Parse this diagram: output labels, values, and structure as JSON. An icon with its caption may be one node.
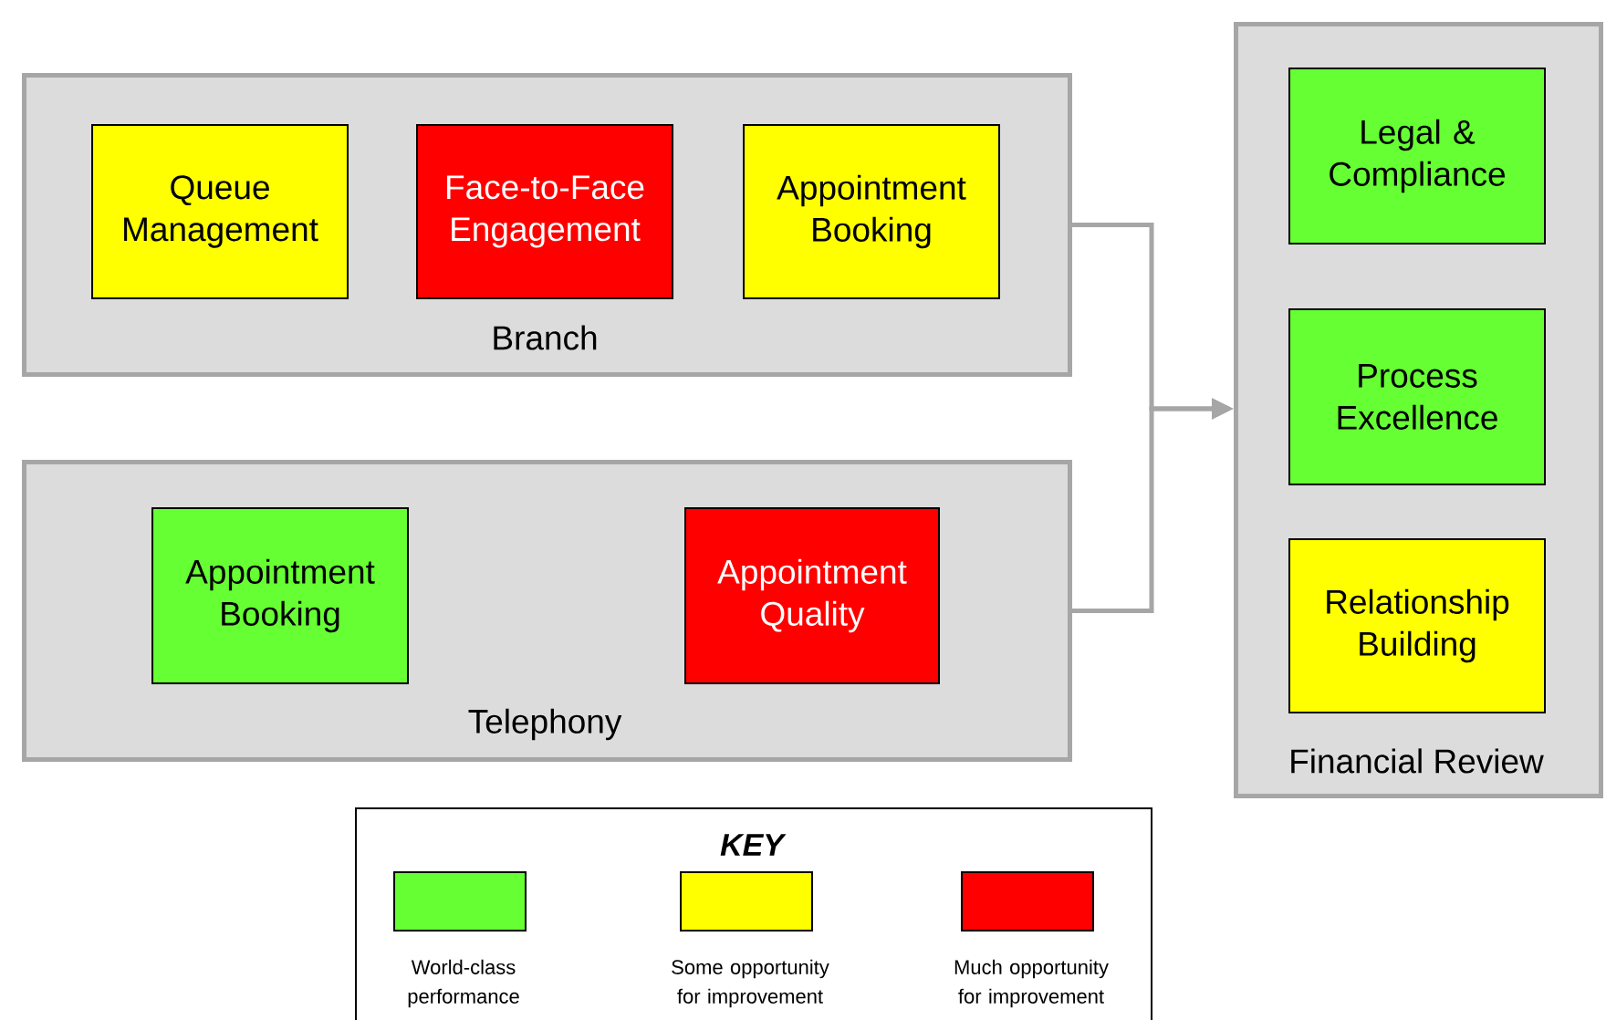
{
  "diagram": {
    "nodes": [
      {
        "text": [
          "Branch"
        ]
      },
      {
        "text": [
          "Queue Management"
        ],
        "in": 0
      },
      {
        "text": [
          "Face-to-Face Engagement"
        ],
        "in": 0
      },
      {
        "text": [
          "Appointment Booking"
        ],
        "in": 0
      },
      {
        "text": [
          "Telephony"
        ]
      },
      {
        "text": [
          "Appointment Booking"
        ],
        "in": 4
      },
      {
        "text": [
          "Appointment Quality"
        ],
        "in": 4
      },
      {
        "text": [
          "Financial Review"
        ]
      },
      {
        "text": [
          "Legal & Compliance"
        ],
        "in": 7
      },
      {
        "text": [
          "Process Excellence"
        ],
        "in": 7
      },
      {
        "text": [
          "Relationship Building"
        ],
        "in": 7
      }
    ],
    "edges": [
      {
        "from": 0,
        "to": 7,
        "arrow": "to"
      },
      {
        "from": 4,
        "to": 7,
        "arrow": "to"
      }
    ],
    "labels": [
      "KEY"
    ],
    "legend": [
      {
        "text": "World-class performance",
        "color": "#66ff33"
      },
      {
        "text": "Some opportunity for improvement",
        "color": "#ffff00"
      },
      {
        "text": "Much opportunity for improvement",
        "color": "#ff0000"
      }
    ]
  }
}
